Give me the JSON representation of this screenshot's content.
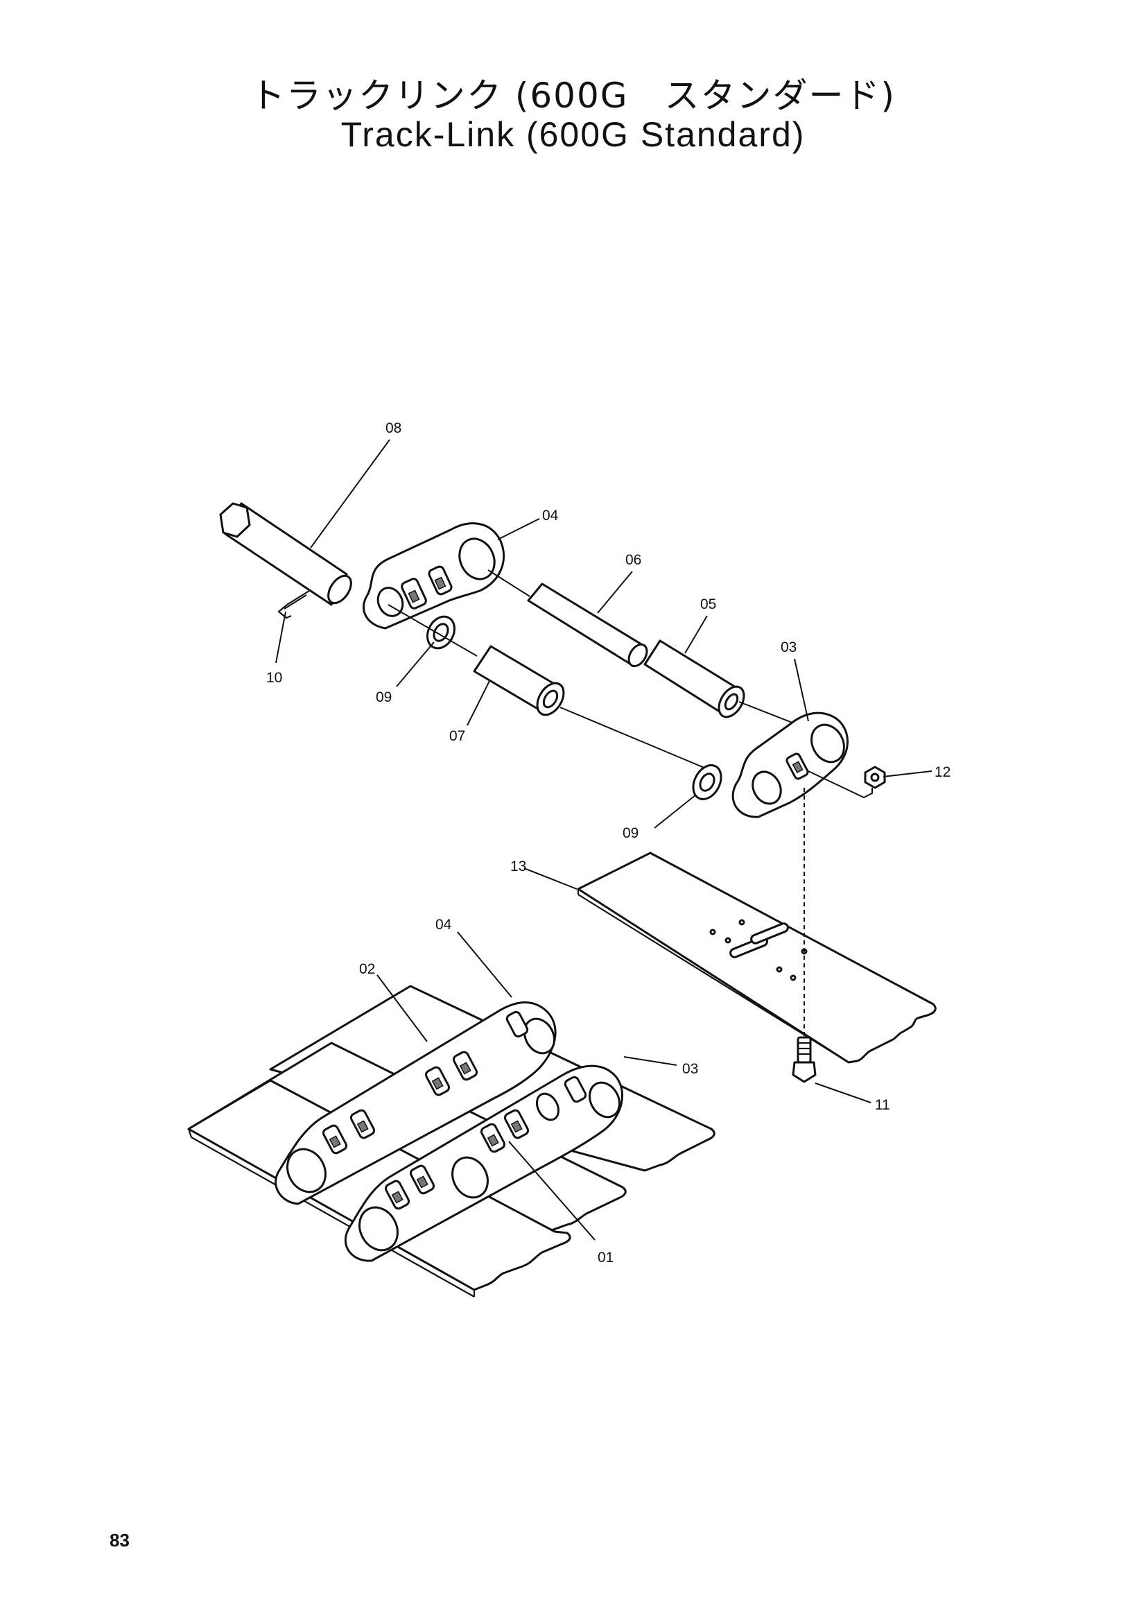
{
  "title": {
    "japanese": "トラックリンク (600G　スタンダード)",
    "english": "Track-Link  (600G  Standard)"
  },
  "callouts": {
    "c08": "08",
    "c04_top": "04",
    "c06": "06",
    "c05": "05",
    "c03_top": "03",
    "c10": "10",
    "c09_left": "09",
    "c07": "07",
    "c12": "12",
    "c09_right": "09",
    "c13": "13",
    "c04_bottom": "04",
    "c02": "02",
    "c03_bottom": "03",
    "c11": "11",
    "c01": "01"
  },
  "page_number": "83"
}
